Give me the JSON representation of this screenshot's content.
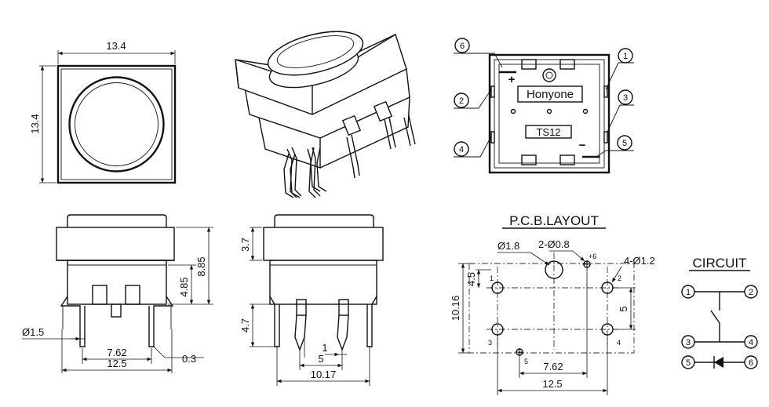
{
  "top_view": {
    "width_label": "13.4",
    "height_label": "13.4"
  },
  "bottom_view": {
    "pins": [
      "6",
      "1",
      "2",
      "3",
      "4",
      "5"
    ],
    "brand": "Honyone",
    "model": "TS12",
    "plus": "+",
    "minus": "−"
  },
  "front_view": {
    "height_a": "4.85",
    "height_b": "8.85",
    "pin_dia": "Ø1.5",
    "pitch": "7.62",
    "width": "12.5",
    "thickness": "0.3"
  },
  "side_view": {
    "cap_height": "3.7",
    "pin_length": "4.7",
    "pin_w": "1",
    "pin_span": "5",
    "width": "10.17"
  },
  "pcb_layout": {
    "title": "P.C.B.LAYOUT",
    "hole_large": "Ø1.8",
    "hole_small": "2-Ø0.8",
    "hole_pins": "4-Ø1.2",
    "pad_labels": [
      "1",
      "2",
      "3",
      "4",
      "5",
      "+6"
    ],
    "height": "10.16",
    "offset": "4.5",
    "side": "5",
    "pitch": "7.62",
    "width": "12.5"
  },
  "circuit": {
    "title": "CIRCUIT",
    "nodes": [
      "1",
      "2",
      "3",
      "4",
      "5",
      "6"
    ]
  }
}
